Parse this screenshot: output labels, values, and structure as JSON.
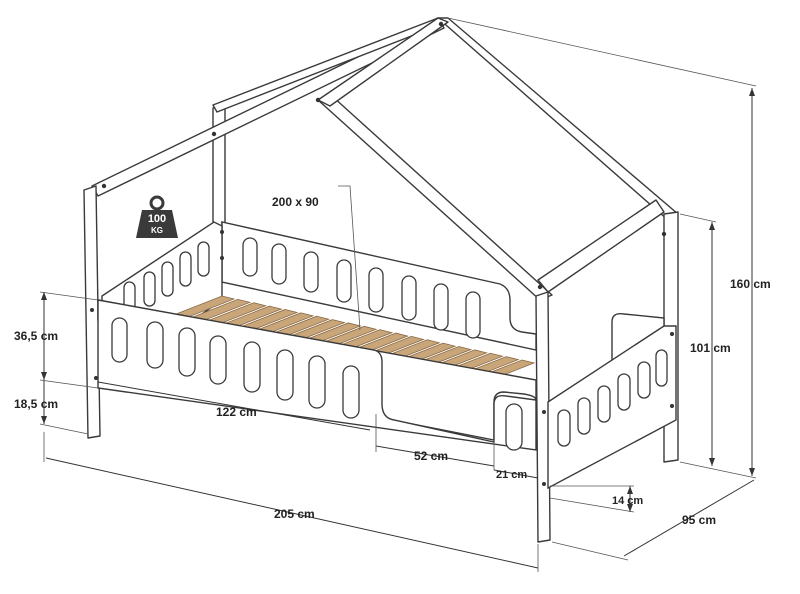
{
  "badge": {
    "weight": "100",
    "unit": "KG"
  },
  "dimensions": {
    "mattress": "200 x 90",
    "total_height": "160 cm",
    "side_height": "101 cm",
    "rail_height": "36,5 cm",
    "leg_clearance": "18,5 cm",
    "rail_length": "122 cm",
    "opening_width": "52 cm",
    "end_gap": "21 cm",
    "bottom_gap": "14 cm",
    "total_length": "205 cm",
    "total_width": "95 cm"
  },
  "colors": {
    "outline": "#3a3a3a",
    "slat": "#c9a57a",
    "slat_edge": "#8a6a44",
    "badge": "#3a3a3a"
  }
}
